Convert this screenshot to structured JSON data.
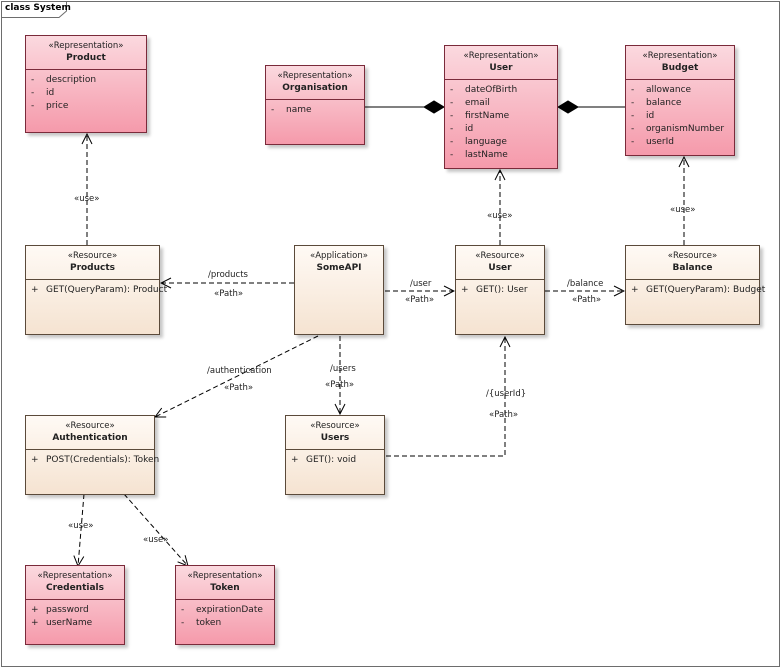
{
  "frame": {
    "title": "class System"
  },
  "classes": {
    "product": {
      "stereotype": "«Representation»",
      "name": "Product",
      "attributes": [
        {
          "vis": "-",
          "text": "description"
        },
        {
          "vis": "-",
          "text": "id"
        },
        {
          "vis": "-",
          "text": "price"
        }
      ]
    },
    "organisation": {
      "stereotype": "«Representation»",
      "name": "Organisation",
      "attributes": [
        {
          "vis": "-",
          "text": "name"
        }
      ]
    },
    "user_repr": {
      "stereotype": "«Representation»",
      "name": "User",
      "attributes": [
        {
          "vis": "-",
          "text": "dateOfBirth"
        },
        {
          "vis": "-",
          "text": "email"
        },
        {
          "vis": "-",
          "text": "firstName"
        },
        {
          "vis": "-",
          "text": "id"
        },
        {
          "vis": "-",
          "text": "language"
        },
        {
          "vis": "-",
          "text": "lastName"
        }
      ]
    },
    "budget": {
      "stereotype": "«Representation»",
      "name": "Budget",
      "attributes": [
        {
          "vis": "-",
          "text": "allowance"
        },
        {
          "vis": "-",
          "text": "balance"
        },
        {
          "vis": "-",
          "text": "id"
        },
        {
          "vis": "-",
          "text": "organismNumber"
        },
        {
          "vis": "-",
          "text": "userId"
        }
      ]
    },
    "products": {
      "stereotype": "«Resource»",
      "name": "Products",
      "operations": [
        {
          "vis": "+",
          "text": "GET(QueryParam): Product"
        }
      ]
    },
    "someapi": {
      "stereotype": "«Application»",
      "name": "SomeAPI"
    },
    "user_res": {
      "stereotype": "«Resource»",
      "name": "User",
      "operations": [
        {
          "vis": "+",
          "text": "GET(): User"
        }
      ]
    },
    "balance": {
      "stereotype": "«Resource»",
      "name": "Balance",
      "operations": [
        {
          "vis": "+",
          "text": "GET(QueryParam): Budget"
        }
      ]
    },
    "authentication": {
      "stereotype": "«Resource»",
      "name": "Authentication",
      "operations": [
        {
          "vis": "+",
          "text": "POST(Credentials): Token"
        }
      ]
    },
    "users": {
      "stereotype": "«Resource»",
      "name": "Users",
      "operations": [
        {
          "vis": "+",
          "text": "GET(): void"
        }
      ]
    },
    "credentials": {
      "stereotype": "«Representation»",
      "name": "Credentials",
      "attributes": [
        {
          "vis": "+",
          "text": "password"
        },
        {
          "vis": "+",
          "text": "userName"
        }
      ]
    },
    "token": {
      "stereotype": "«Representation»",
      "name": "Token",
      "attributes": [
        {
          "vis": "-",
          "text": "expirationDate"
        },
        {
          "vis": "-",
          "text": "token"
        }
      ]
    }
  },
  "connectors": {
    "use_stereotype": "«use»",
    "path_stereotype": "«Path»",
    "products_path": "/products",
    "user_path": "/user",
    "balance_path": "/balance",
    "authentication_path": "/authentication",
    "users_path": "/users",
    "userid_path": "/{userId}"
  },
  "colors": {
    "representation_fill": "#f7a8b6",
    "resource_fill": "#fcf0e4",
    "border": "#7a2a3a",
    "line": "#000000"
  }
}
